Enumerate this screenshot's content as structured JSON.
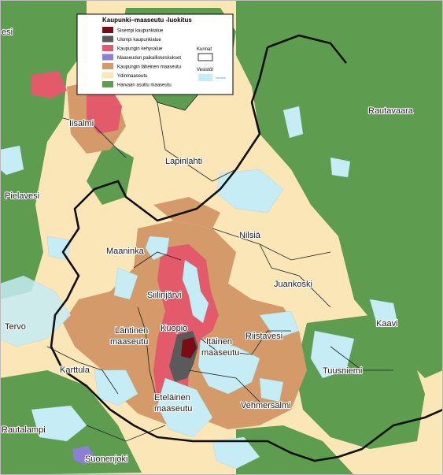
{
  "legend": {
    "title": "Kaupunki–maaseutu -luokitus",
    "classes": [
      {
        "label": "Sisempi kaupunkialue",
        "color": "#7a0c14"
      },
      {
        "label": "Ulompi kaupunkialue",
        "color": "#5a5a5a"
      },
      {
        "label": "Kaupungin kehysalue",
        "color": "#e35b6a"
      },
      {
        "label": "Maaseudun paikalliskeskukset",
        "color": "#8c7fd6"
      },
      {
        "label": "Kaupungin läheinen maaseutu",
        "color": "#d49a6a"
      },
      {
        "label": "Ydinmaaseutu",
        "color": "#fbe6b8"
      },
      {
        "label": "Harvaan asuttu maaseutu",
        "color": "#5e9c4f"
      }
    ],
    "kunnat_label": "Kunnat",
    "vesistot_label": "Vesistöt",
    "water_color": "#c6ecf5"
  },
  "places": [
    {
      "id": "iisalmi",
      "name": "Iisalmi"
    },
    {
      "id": "lapinlahti",
      "name": "Lapinlahti"
    },
    {
      "id": "rautavaara",
      "name": "Rautavaara"
    },
    {
      "id": "pielavesi",
      "name": "Pielavesi"
    },
    {
      "id": "nilsia",
      "name": "Nilsiä"
    },
    {
      "id": "maaninka",
      "name": "Maaninka"
    },
    {
      "id": "juankoski",
      "name": "Juankoski"
    },
    {
      "id": "siilinjarvi",
      "name": "Siilinjärvi"
    },
    {
      "id": "kuopio",
      "name": "Kuopio"
    },
    {
      "id": "riistavesi",
      "name": "Riistavesi"
    },
    {
      "id": "kaavi",
      "name": "Kaavi"
    },
    {
      "id": "tervo",
      "name": "Tervo"
    },
    {
      "id": "lantinen1",
      "name": "Läntinen"
    },
    {
      "id": "lantinen2",
      "name": "maaseutu"
    },
    {
      "id": "itainen1",
      "name": "Itäinen"
    },
    {
      "id": "itainen2",
      "name": "maaseutu"
    },
    {
      "id": "karttula",
      "name": "Karttula"
    },
    {
      "id": "tuusniemi",
      "name": "Tuusniemi"
    },
    {
      "id": "etelainen1",
      "name": "Eteläinen"
    },
    {
      "id": "etelainen2",
      "name": "maaseutu"
    },
    {
      "id": "vehmersalmi",
      "name": "Vehmersalmi"
    },
    {
      "id": "rautalampi",
      "name": "Rautalampi"
    },
    {
      "id": "suonenjoki",
      "name": "Suonenjoki"
    },
    {
      "id": "vesi",
      "name": "esi"
    }
  ]
}
